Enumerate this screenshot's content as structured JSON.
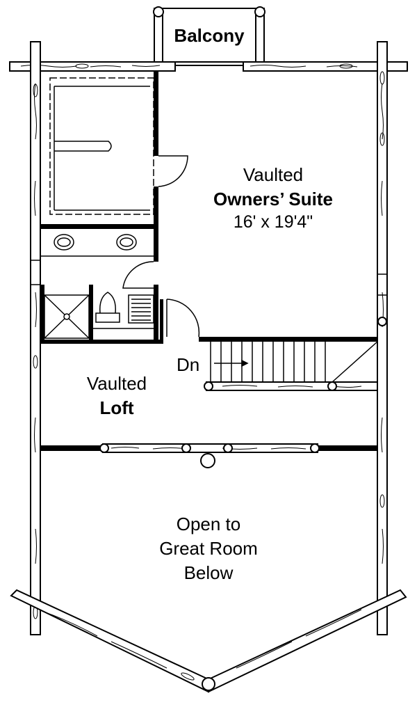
{
  "plan": {
    "balcony": "Balcony",
    "suite_line1": "Vaulted",
    "suite_line2": "Owners’ Suite",
    "suite_dims": "16' x 19'4\"",
    "stairs": "Dn",
    "loft_line1": "Vaulted",
    "loft_line2": "Loft",
    "open_line1": "Open to",
    "open_line2": "Great Room",
    "open_line3": "Below"
  },
  "colors": {
    "ink": "#000000",
    "paper": "#ffffff"
  }
}
